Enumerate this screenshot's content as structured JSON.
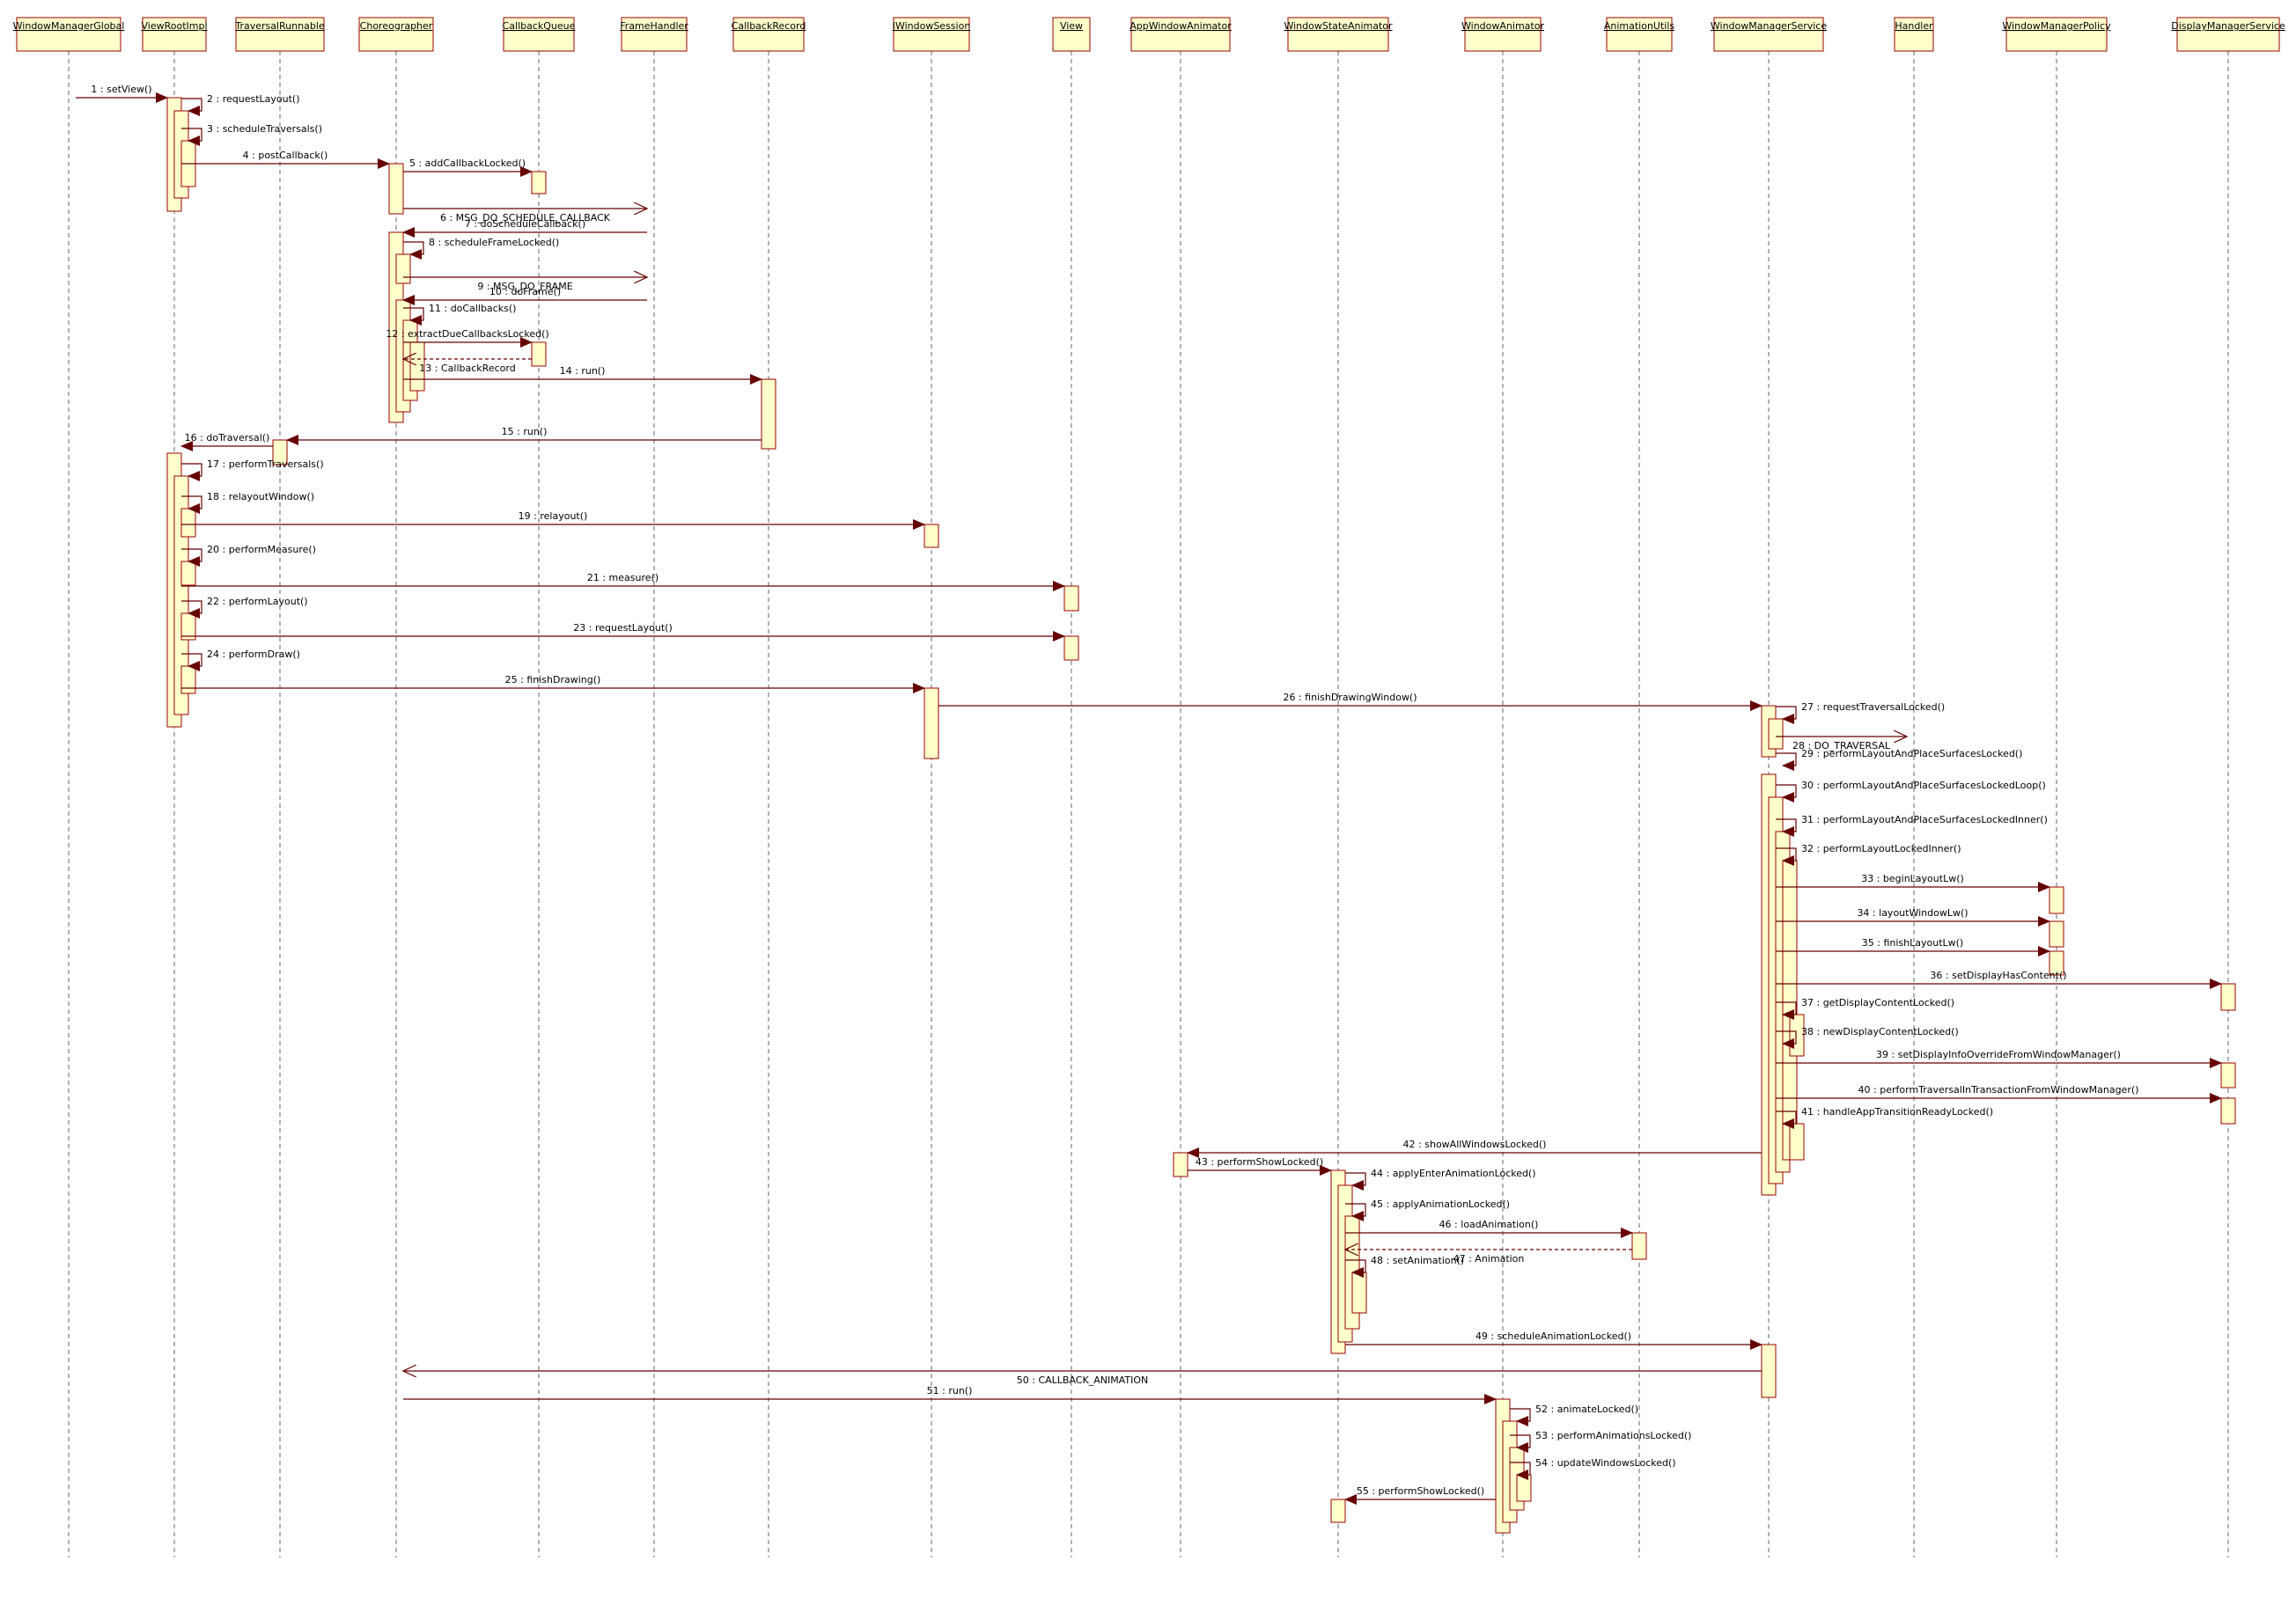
{
  "lifelines": [
    {
      "name": "WindowManagerGlobal"
    },
    {
      "name": "ViewRootImpl"
    },
    {
      "name": "TraversalRunnable"
    },
    {
      "name": "Choreographer"
    },
    {
      "name": "CallbackQueue"
    },
    {
      "name": "FrameHandler"
    },
    {
      "name": "CallbackRecord"
    },
    {
      "name": "IWindowSession"
    },
    {
      "name": "View"
    },
    {
      "name": "AppWindowAnimator"
    },
    {
      "name": "WindowStateAnimator"
    },
    {
      "name": "WindowAnimator"
    },
    {
      "name": "AnimationUtils"
    },
    {
      "name": "WindowManagerService"
    },
    {
      "name": "Handler"
    },
    {
      "name": "WindowManagerPolicy"
    },
    {
      "name": "DisplayManagerService"
    }
  ],
  "messages": [
    {
      "from": 0,
      "to": 1,
      "label": "1 : setView()",
      "kind": "call"
    },
    {
      "from": 1,
      "to": 1,
      "label": "2 : requestLayout()",
      "kind": "self"
    },
    {
      "from": 1,
      "to": 1,
      "label": "3 : scheduleTraversals()",
      "kind": "self"
    },
    {
      "from": 1,
      "to": 3,
      "label": "4 : postCallback()",
      "kind": "call"
    },
    {
      "from": 3,
      "to": 4,
      "label": "5 : addCallbackLocked()",
      "kind": "call"
    },
    {
      "from": 3,
      "to": 5,
      "label": "6 : MSG_DO_SCHEDULE_CALLBACK",
      "kind": "async"
    },
    {
      "from": 5,
      "to": 3,
      "label": "7 : doScheduleCallback()",
      "kind": "call"
    },
    {
      "from": 3,
      "to": 3,
      "label": "8 : scheduleFrameLocked()",
      "kind": "self"
    },
    {
      "from": 3,
      "to": 5,
      "label": "9 : MSG_DO_FRAME",
      "kind": "async"
    },
    {
      "from": 5,
      "to": 3,
      "label": "10 : doFrame()",
      "kind": "call"
    },
    {
      "from": 3,
      "to": 3,
      "label": "11 : doCallbacks()",
      "kind": "self"
    },
    {
      "from": 3,
      "to": 4,
      "label": "12 : extractDueCallbacksLocked()",
      "kind": "call"
    },
    {
      "from": 4,
      "to": 3,
      "label": "13 : CallbackRecord",
      "kind": "return"
    },
    {
      "from": 3,
      "to": 6,
      "label": "14 : run()",
      "kind": "call"
    },
    {
      "from": 6,
      "to": 2,
      "label": "15 : run()",
      "kind": "call"
    },
    {
      "from": 2,
      "to": 1,
      "label": "16 : doTraversal()",
      "kind": "call"
    },
    {
      "from": 1,
      "to": 1,
      "label": "17 : performTraversals()",
      "kind": "self"
    },
    {
      "from": 1,
      "to": 1,
      "label": "18 : relayoutWindow()",
      "kind": "self"
    },
    {
      "from": 1,
      "to": 7,
      "label": "19 : relayout()",
      "kind": "call"
    },
    {
      "from": 1,
      "to": 1,
      "label": "20 : performMeasure()",
      "kind": "self"
    },
    {
      "from": 1,
      "to": 8,
      "label": "21 : measure()",
      "kind": "call"
    },
    {
      "from": 1,
      "to": 1,
      "label": "22 : performLayout()",
      "kind": "self"
    },
    {
      "from": 1,
      "to": 8,
      "label": "23 : requestLayout()",
      "kind": "call"
    },
    {
      "from": 1,
      "to": 1,
      "label": "24 : performDraw()",
      "kind": "self"
    },
    {
      "from": 1,
      "to": 7,
      "label": "25 : finishDrawing()",
      "kind": "call"
    },
    {
      "from": 7,
      "to": 13,
      "label": "26 : finishDrawingWindow()",
      "kind": "call"
    },
    {
      "from": 13,
      "to": 13,
      "label": "27 : requestTraversalLocked()",
      "kind": "self"
    },
    {
      "from": 13,
      "to": 14,
      "label": "28 : DO_TRAVERSAL",
      "kind": "async"
    },
    {
      "from": 13,
      "to": 13,
      "label": "29 : performLayoutAndPlaceSurfacesLocked()",
      "kind": "self"
    },
    {
      "from": 13,
      "to": 13,
      "label": "30 : performLayoutAndPlaceSurfacesLockedLoop()",
      "kind": "self"
    },
    {
      "from": 13,
      "to": 13,
      "label": "31 : performLayoutAndPlaceSurfacesLockedInner()",
      "kind": "self"
    },
    {
      "from": 13,
      "to": 13,
      "label": "32 : performLayoutLockedInner()",
      "kind": "self"
    },
    {
      "from": 13,
      "to": 15,
      "label": "33 : beginLayoutLw()",
      "kind": "call"
    },
    {
      "from": 13,
      "to": 15,
      "label": "34 : layoutWindowLw()",
      "kind": "call"
    },
    {
      "from": 13,
      "to": 15,
      "label": "35 : finishLayoutLw()",
      "kind": "call"
    },
    {
      "from": 13,
      "to": 16,
      "label": "36 : setDisplayHasContent()",
      "kind": "call"
    },
    {
      "from": 13,
      "to": 13,
      "label": "37 : getDisplayContentLocked()",
      "kind": "self"
    },
    {
      "from": 13,
      "to": 13,
      "label": "38 : newDisplayContentLocked()",
      "kind": "self"
    },
    {
      "from": 13,
      "to": 16,
      "label": "39 : setDisplayInfoOverrideFromWindowManager()",
      "kind": "call"
    },
    {
      "from": 13,
      "to": 16,
      "label": "40 : performTraversalInTransactionFromWindowManager()",
      "kind": "call"
    },
    {
      "from": 13,
      "to": 13,
      "label": "41 : handleAppTransitionReadyLocked()",
      "kind": "self"
    },
    {
      "from": 13,
      "to": 9,
      "label": "42 : showAllWindowsLocked()",
      "kind": "call"
    },
    {
      "from": 9,
      "to": 10,
      "label": "43 : performShowLocked()",
      "kind": "call"
    },
    {
      "from": 10,
      "to": 10,
      "label": "44 : applyEnterAnimationLocked()",
      "kind": "self"
    },
    {
      "from": 10,
      "to": 10,
      "label": "45 : applyAnimationLocked()",
      "kind": "self"
    },
    {
      "from": 10,
      "to": 12,
      "label": "46 : loadAnimation()",
      "kind": "call"
    },
    {
      "from": 12,
      "to": 10,
      "label": "47 : Animation",
      "kind": "return"
    },
    {
      "from": 10,
      "to": 10,
      "label": "48 : setAnimation()",
      "kind": "self"
    },
    {
      "from": 10,
      "to": 13,
      "label": "49 : scheduleAnimationLocked()",
      "kind": "call"
    },
    {
      "from": 13,
      "to": 3,
      "label": "50 : CALLBACK_ANIMATION",
      "kind": "async"
    },
    {
      "from": 3,
      "to": 11,
      "label": "51 : run()",
      "kind": "call"
    },
    {
      "from": 11,
      "to": 11,
      "label": "52 : animateLocked()",
      "kind": "self"
    },
    {
      "from": 11,
      "to": 11,
      "label": "53 : performAnimationsLocked()",
      "kind": "self"
    },
    {
      "from": 11,
      "to": 11,
      "label": "54 : updateWindowsLocked()",
      "kind": "self"
    },
    {
      "from": 11,
      "to": 10,
      "label": "55 : performShowLocked()",
      "kind": "call"
    }
  ],
  "colors": {
    "lifeline_box_fill": "#ffffcc",
    "lifeline_box_stroke": "#990000",
    "activation_fill": "#ffffcc",
    "activation_stroke": "#990000",
    "arrow": "#660000",
    "dashed_line": "#666666",
    "text": "#000000"
  }
}
